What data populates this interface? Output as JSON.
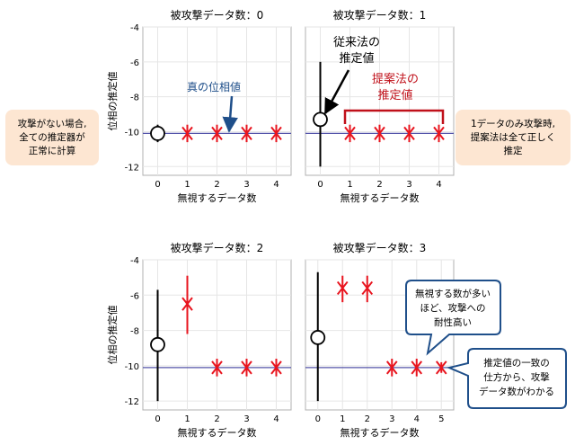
{
  "colors": {
    "estimate": "#e8141e",
    "true_line": "#5555aa",
    "ignored_circle": "#000000",
    "callout_blue": "#1f4f8a",
    "red_bracket": "#c0101a",
    "side_box_fill": "#fde6d2"
  },
  "side_notes": {
    "left": [
      "攻撃がない場合,",
      "全ての推定器が",
      "正常に計算"
    ],
    "right": [
      "1データのみ攻撃時,",
      "提案法は全て正しく",
      "推定"
    ]
  },
  "chart_data": [
    {
      "type": "scatter",
      "title": "被攻撃データ数：0",
      "xlabel": "無視するデータ数",
      "ylabel": "位相の推定値",
      "xlim": [
        -0.5,
        4.5
      ],
      "ylim": [
        -12.5,
        -4
      ],
      "xticks": [
        "0",
        "1",
        "2",
        "3",
        "4"
      ],
      "yticks": [
        "-4",
        "-6",
        "-8",
        "-10",
        "-12"
      ],
      "true_value": -10.1,
      "grid": true,
      "conventional": {
        "x": 0,
        "y": -10.1,
        "err_low": -10.6,
        "err_high": -9.6
      },
      "proposed": [
        {
          "x": 1,
          "y": -10.1,
          "err_low": -10.6,
          "err_high": -9.6
        },
        {
          "x": 2,
          "y": -10.1,
          "err_low": -10.6,
          "err_high": -9.6
        },
        {
          "x": 3,
          "y": -10.1,
          "err_low": -10.6,
          "err_high": -9.6
        },
        {
          "x": 4,
          "y": -10.1,
          "err_low": -10.6,
          "err_high": -9.6
        }
      ],
      "annotations": [
        "真の位相値"
      ]
    },
    {
      "type": "scatter",
      "title": "被攻撃データ数：1",
      "xlabel": "無視するデータ数",
      "ylabel": "",
      "xlim": [
        -0.5,
        4.5
      ],
      "ylim": [
        -12.5,
        -4
      ],
      "xticks": [
        "0",
        "1",
        "2",
        "3",
        "4"
      ],
      "yticks": [],
      "true_value": -10.1,
      "grid": true,
      "conventional": {
        "x": 0,
        "y": -9.3,
        "err_low": -12.0,
        "err_high": -6.0
      },
      "proposed": [
        {
          "x": 1,
          "y": -10.1,
          "err_low": -10.6,
          "err_high": -9.6
        },
        {
          "x": 2,
          "y": -10.1,
          "err_low": -10.6,
          "err_high": -9.6
        },
        {
          "x": 3,
          "y": -10.1,
          "err_low": -10.6,
          "err_high": -9.6
        },
        {
          "x": 4,
          "y": -10.1,
          "err_low": -10.6,
          "err_high": -9.6
        }
      ],
      "annotations": [
        "従来法の",
        "推定値",
        "提案法の",
        "推定値"
      ]
    },
    {
      "type": "scatter",
      "title": "被攻撃データ数：2",
      "xlabel": "無視するデータ数",
      "ylabel": "位相の推定値",
      "xlim": [
        -0.5,
        4.5
      ],
      "ylim": [
        -12.5,
        -4
      ],
      "xticks": [
        "0",
        "1",
        "2",
        "3",
        "4"
      ],
      "yticks": [
        "-4",
        "-6",
        "-8",
        "-10",
        "-12"
      ],
      "true_value": -10.1,
      "grid": true,
      "conventional": {
        "x": 0,
        "y": -8.8,
        "err_low": -12.0,
        "err_high": -5.7
      },
      "proposed": [
        {
          "x": 1,
          "y": -6.5,
          "err_low": -8.2,
          "err_high": -4.9
        },
        {
          "x": 2,
          "y": -10.1,
          "err_low": -10.6,
          "err_high": -9.6
        },
        {
          "x": 3,
          "y": -10.1,
          "err_low": -10.6,
          "err_high": -9.6
        },
        {
          "x": 4,
          "y": -10.1,
          "err_low": -10.6,
          "err_high": -9.6
        }
      ],
      "annotations": []
    },
    {
      "type": "scatter",
      "title": "被攻撃データ数：3",
      "xlabel": "無視するデータ数",
      "ylabel": "",
      "xlim": [
        -0.5,
        5.5
      ],
      "ylim": [
        -12.5,
        -4
      ],
      "xticks": [
        "0",
        "1",
        "2",
        "3",
        "4",
        "5"
      ],
      "yticks": [],
      "true_value": -10.1,
      "grid": true,
      "conventional": {
        "x": 0,
        "y": -8.4,
        "err_low": -12.0,
        "err_high": -4.7
      },
      "proposed": [
        {
          "x": 1,
          "y": -5.6,
          "err_low": -6.4,
          "err_high": -4.9
        },
        {
          "x": 2,
          "y": -5.6,
          "err_low": -6.4,
          "err_high": -4.9
        },
        {
          "x": 3,
          "y": -10.1,
          "err_low": -10.6,
          "err_high": -9.6
        },
        {
          "x": 4,
          "y": -10.1,
          "err_low": -10.6,
          "err_high": -9.6
        },
        {
          "x": 5,
          "y": -10.1,
          "err_low": -10.4,
          "err_high": -9.8
        }
      ],
      "annotations": [
        "無視する数が多い",
        "ほど、攻撃への",
        "耐性高い",
        "推定値の一致の",
        "仕方から、攻撃",
        "データ数がわかる"
      ]
    }
  ]
}
